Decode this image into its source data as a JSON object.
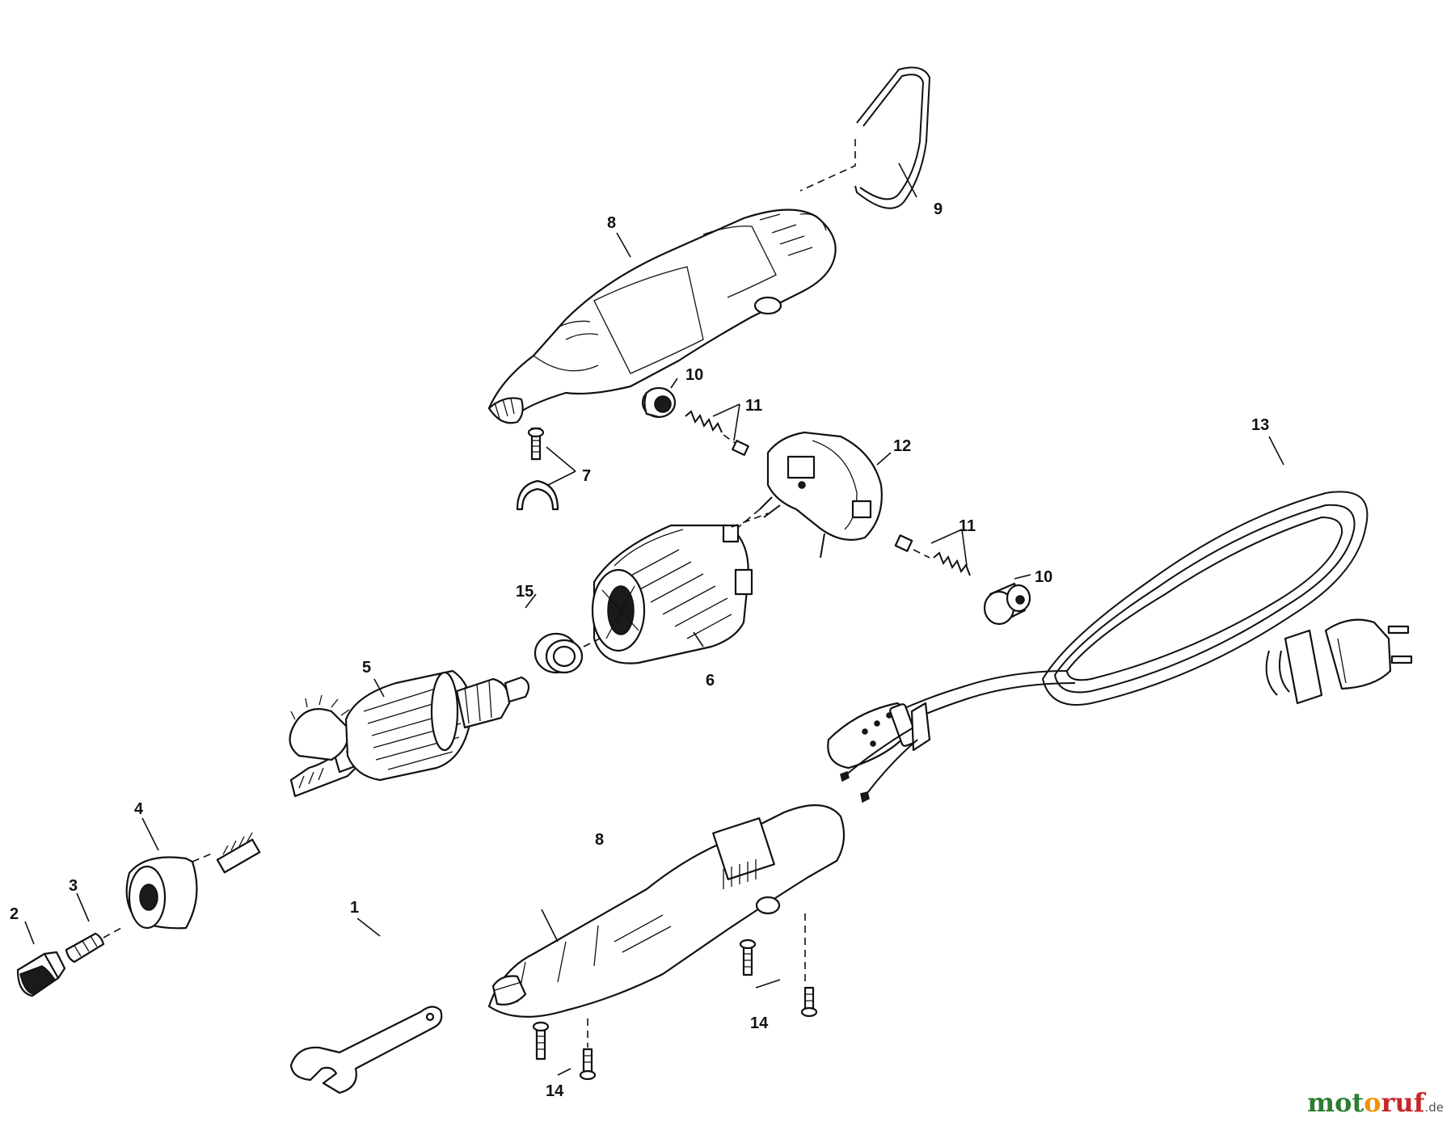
{
  "diagram": {
    "callouts": {
      "wrench": "1",
      "collet_nut": "2",
      "collet": "3",
      "housing_cap": "4",
      "armature": "5",
      "field": "6",
      "screw_clip": "7",
      "housing_top": "8",
      "hanger": "9",
      "brush_cap_top": "10",
      "brush_spring_top": "11",
      "brush_holder": "12",
      "cord": "13",
      "screws_right": "14",
      "bearing": "15",
      "housing_bottom": "8",
      "brush_spring_bottom": "11",
      "brush_cap_bottom": "10",
      "screws_left": "14"
    }
  },
  "watermark": {
    "part1": "mot",
    "part2": "o",
    "part3": "ruf",
    "suffix": ".de"
  }
}
